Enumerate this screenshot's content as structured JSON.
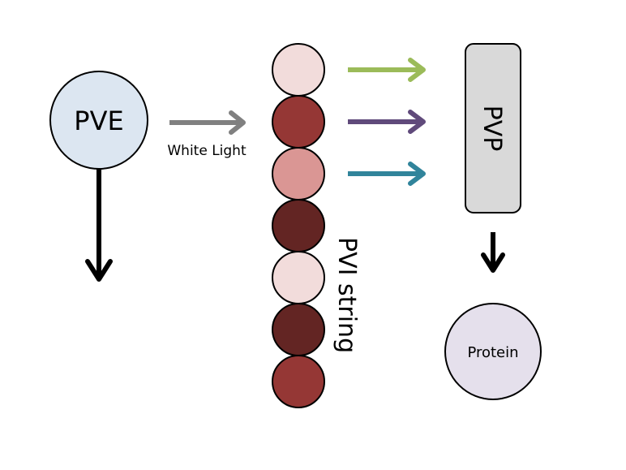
{
  "diagram": {
    "nodes": {
      "pve": {
        "label": "PVE",
        "fill": "#dce6f1"
      },
      "pvp": {
        "label": "PVP",
        "fill": "#d9d9d9"
      },
      "protein": {
        "label": "Protein",
        "fill": "#e5e0ec"
      },
      "pvi_string": {
        "label": "PVI string"
      }
    },
    "edges": {
      "white_light": {
        "label": "White Light",
        "color": "#808080"
      },
      "pve_down": {
        "color": "#000000"
      },
      "pvp_down": {
        "color": "#000000"
      },
      "green": {
        "color": "#9bbb59"
      },
      "purple": {
        "color": "#604a7b"
      },
      "teal": {
        "color": "#31849b"
      }
    },
    "beads": [
      {
        "fill": "#f2dcdb"
      },
      {
        "fill": "#953735"
      },
      {
        "fill": "#da9694"
      },
      {
        "fill": "#632523"
      },
      {
        "fill": "#f2dcdb"
      },
      {
        "fill": "#632523"
      },
      {
        "fill": "#953735"
      }
    ]
  }
}
